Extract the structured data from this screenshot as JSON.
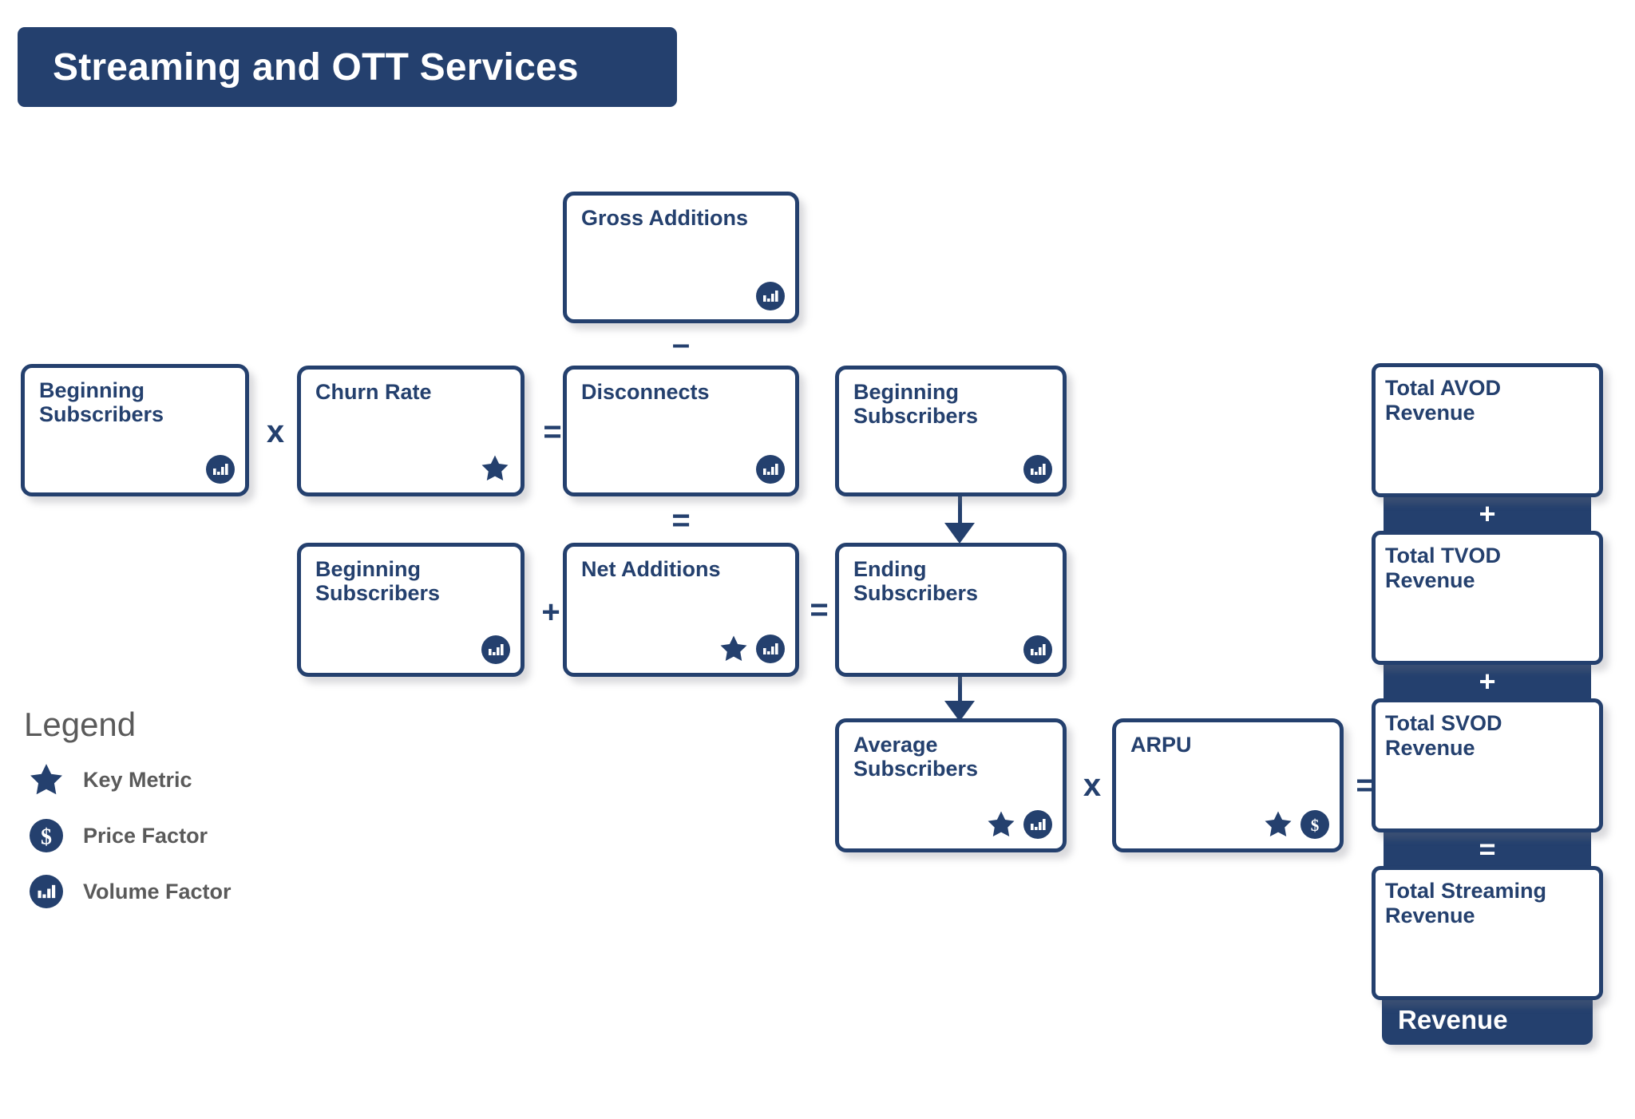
{
  "title": {
    "text": "Streaming and OTT Services"
  },
  "colors": {
    "navy": "#24406e",
    "white": "#ffffff",
    "legend_gray": "#5a5a5a"
  },
  "nodes": [
    {
      "id": "gross-additions",
      "label": "Gross Additions",
      "icons": [
        "volume-factor-icon"
      ]
    },
    {
      "id": "beginning-subs-1",
      "label": "Beginning\nSubscribers",
      "icons": [
        "volume-factor-icon"
      ]
    },
    {
      "id": "churn-rate",
      "label": "Churn Rate",
      "icons": [
        "key-metric-icon"
      ]
    },
    {
      "id": "disconnects",
      "label": "Disconnects",
      "icons": [
        "volume-factor-icon"
      ]
    },
    {
      "id": "beginning-subs-2",
      "label": "Beginning\nSubscribers",
      "icons": [
        "volume-factor-icon"
      ]
    },
    {
      "id": "beginning-subs-3",
      "label": "Beginning\nSubscribers",
      "icons": [
        "volume-factor-icon"
      ]
    },
    {
      "id": "net-additions",
      "label": "Net Additions",
      "icons": [
        "key-metric-icon",
        "volume-factor-icon"
      ]
    },
    {
      "id": "ending-subs",
      "label": "Ending\nSubscribers",
      "icons": [
        "volume-factor-icon"
      ]
    },
    {
      "id": "average-subs",
      "label": "Average\nSubscribers",
      "icons": [
        "key-metric-icon",
        "volume-factor-icon"
      ]
    },
    {
      "id": "arpu",
      "label": "ARPU",
      "icons": [
        "key-metric-icon",
        "price-factor-icon"
      ]
    }
  ],
  "operators": {
    "multiply_subs_churn": "x",
    "equals_disconnects": "=",
    "minus_gross_disconnects": "–",
    "equals_net_additions": "=",
    "plus_beginning_net": "+",
    "equals_ending_subs": "=",
    "multiply_avg_arpu": "x",
    "equals_svod": "="
  },
  "legend": {
    "title": "Legend",
    "items": [
      {
        "icon": "key-metric-icon",
        "label": "Key Metric"
      },
      {
        "icon": "price-factor-icon",
        "label": "Price Factor"
      },
      {
        "icon": "volume-factor-icon",
        "label": "Volume Factor"
      }
    ]
  },
  "revenue_stack": {
    "boxes": [
      {
        "id": "total-avod-revenue",
        "label": "Total AVOD\nRevenue"
      },
      {
        "id": "total-tvod-revenue",
        "label": "Total TVOD\nRevenue"
      },
      {
        "id": "total-svod-revenue",
        "label": "Total SVOD\nRevenue"
      },
      {
        "id": "total-streaming-revenue",
        "label": "Total Streaming\nRevenue"
      }
    ],
    "connectors": [
      "+",
      "+",
      "="
    ],
    "footer_label": "Revenue"
  }
}
